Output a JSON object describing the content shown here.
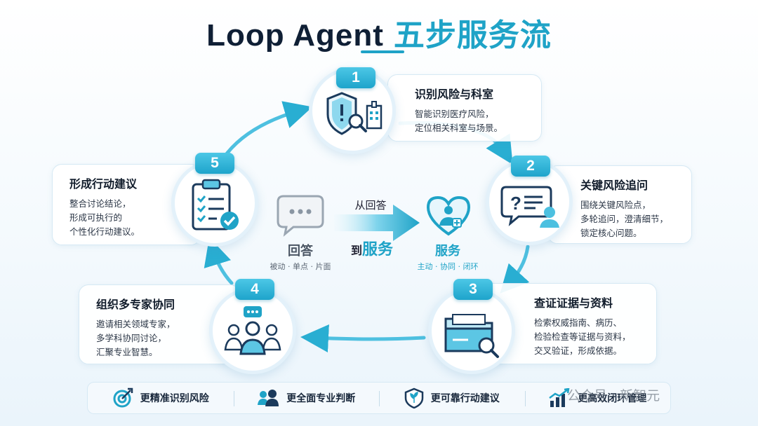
{
  "title": {
    "en": "Loop Agent",
    "zh": "五步服务流"
  },
  "steps": [
    {
      "number": "1",
      "title": "识别风险与科室",
      "desc": [
        "智能识别医疗风险，",
        "定位相关科室与场景。"
      ]
    },
    {
      "number": "2",
      "title": "关键风险追问",
      "desc": [
        "围绕关键风险点，",
        "多轮追问，澄清细节，",
        "锁定核心问题。"
      ]
    },
    {
      "number": "3",
      "title": "查证证据与资料",
      "desc": [
        "检索权威指南、病历、",
        "检验检查等证据与资料，",
        "交叉验证，形成依据。"
      ]
    },
    {
      "number": "4",
      "title": "组织多专家协同",
      "desc": [
        "邀请相关领域专家，",
        "多学科协同讨论，",
        "汇聚专业智慧。"
      ]
    },
    {
      "number": "5",
      "title": "形成行动建议",
      "desc": [
        "整合讨论结论，",
        "形成可执行的",
        "个性化行动建议。"
      ]
    }
  ],
  "center": {
    "from_label": "回答",
    "from_sub": "被动 · 单点 · 片面",
    "arrow_top": "从回答",
    "arrow_bottom_a": "到",
    "arrow_bottom_b": "服务",
    "to_label": "服务",
    "to_sub": "主动 · 协同 · 闭环"
  },
  "benefits": [
    {
      "icon": "target-icon",
      "label": "更精准识别风险"
    },
    {
      "icon": "people-icon",
      "label": "更全面专业判断"
    },
    {
      "icon": "shield-plant-icon",
      "label": "更可靠行动建议"
    },
    {
      "icon": "growth-chart-icon",
      "label": "更高效闭环管理"
    }
  ],
  "watermark": "公众号 · 新智元",
  "colors": {
    "accent": "#1fa3c7",
    "navy": "#1b3a5c",
    "light": "#e3f1fa"
  }
}
